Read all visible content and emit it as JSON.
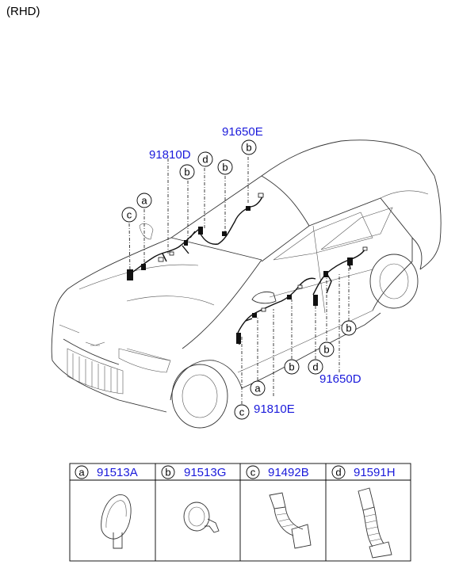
{
  "page": {
    "title": "(RHD)"
  },
  "callouts": {
    "front_harness_part": "91810D",
    "front_harness_part_lower": "91810E",
    "rear_harness_part_top": "91650E",
    "rear_harness_part_lower": "91650D"
  },
  "markers": {
    "a": "a",
    "b": "b",
    "c": "c",
    "d": "d"
  },
  "legend": {
    "columns": [
      {
        "letter": "a",
        "part": "91513A",
        "depicts": "grommet-a"
      },
      {
        "letter": "b",
        "part": "91513G",
        "depicts": "grommet-b"
      },
      {
        "letter": "c",
        "part": "91492B",
        "depicts": "protector-c"
      },
      {
        "letter": "d",
        "part": "91591H",
        "depicts": "protector-d"
      }
    ]
  }
}
